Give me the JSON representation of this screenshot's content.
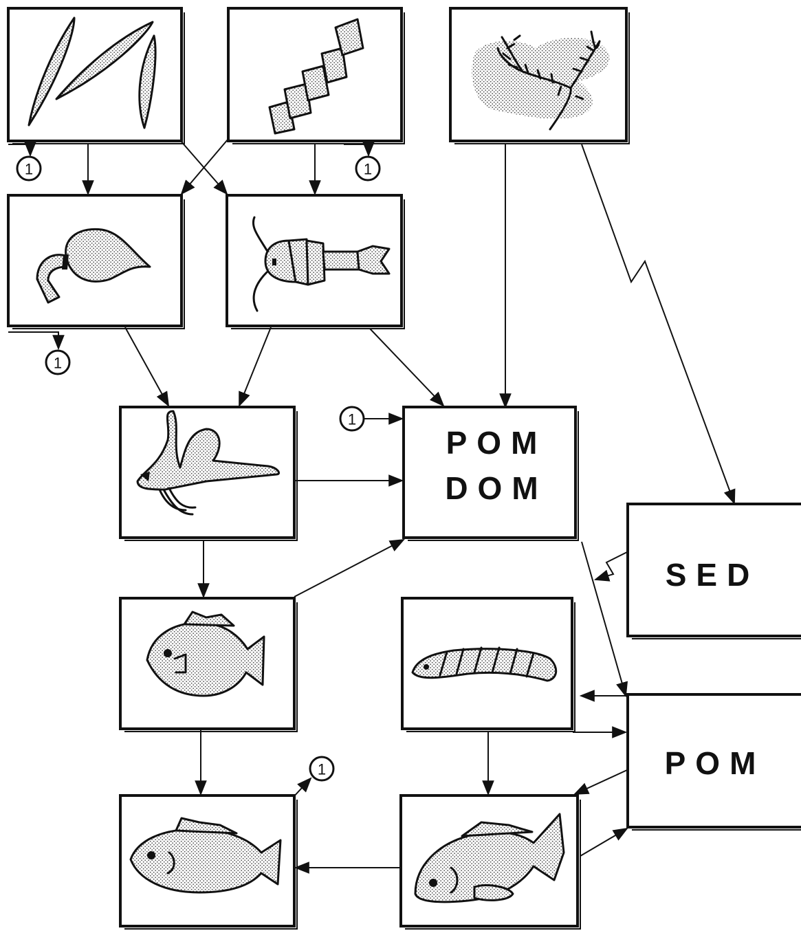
{
  "boxes": {
    "pom_dom": {
      "line1": "POM",
      "line2": "DOM"
    },
    "sed": {
      "label": "SED"
    },
    "pom": {
      "label": "POM"
    }
  },
  "markers": {
    "one": "1"
  },
  "organisms": [
    "diatoms",
    "chain-diatoms",
    "macrophyte",
    "rotifer",
    "copepod",
    "insect-larva",
    "sunfish",
    "benthic-larva",
    "predator-fish",
    "benthic-fish"
  ],
  "colors": {
    "ink": "#111111",
    "stipple": "#9a9a9a",
    "background": "#ffffff"
  }
}
